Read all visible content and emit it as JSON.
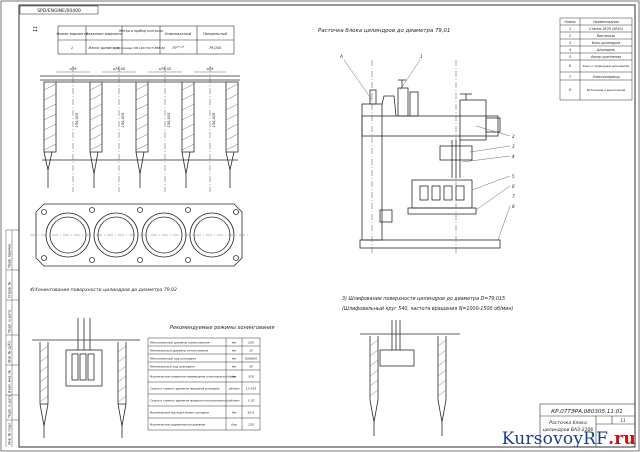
{
  "top_left_stamp": "SPD/ENGINE/00400",
  "top_left_mark": "11",
  "op_table": {
    "headers": [
      "Номер варианта",
      "Название варианта",
      "Метод и прибор контроля",
      "Номинальный",
      "Предельный"
    ],
    "row": [
      "1",
      "Износ цилиндра",
      "Нутромер НИ 100 ГОСТ 868-82",
      "79⁺⁰·⁰⁶",
      "79,050"
    ]
  },
  "dims": {
    "d1": "⌀79",
    "d2": "⌀79,00",
    "d3": "⌀79,02",
    "d4": "⌀79",
    "v1": "150,025",
    "v2": "150,025",
    "v3": "150,025",
    "v4": "150,025"
  },
  "titles": {
    "boring": "Расточка блока цилиндров до диаметра 79,01",
    "honing": "4)Хонингование поверхности цилиндров до диаметра 79,02",
    "grinding_1": "3) Шлифование поверхности цилиндров до диаметра D=79,015",
    "grinding_2": "(Шлифовальный круг 540, частота вращения N=1000-1500 об/мин)",
    "regimes": "Рекомендуемые режимы хонингования"
  },
  "legend_table": {
    "headers": [
      "Номер",
      "Наименование"
    ],
    "rows": [
      [
        "1",
        "Станок 2Е78 (5Е40)"
      ],
      [
        "2",
        "Вертикаль"
      ],
      [
        "3",
        "Блок цилиндров"
      ],
      [
        "4",
        "Шпиндель"
      ],
      [
        "5",
        "Анкер крепления"
      ],
      [
        "6",
        "Ключ к приводным шпинделям"
      ],
      [
        "7",
        "Электропривод"
      ],
      [
        "8",
        "Включение и выключение"
      ]
    ]
  },
  "callouts": [
    "А",
    "1",
    "2",
    "3",
    "4",
    "5",
    "6",
    "7",
    "8"
  ],
  "regimes_table": {
    "rows": [
      [
        "Максимальный диаметр хонингования",
        "мм",
        "250"
      ],
      [
        "Минимальный диаметр хонингования",
        "мм",
        "25"
      ],
      [
        "Максимальный ход шпинделя",
        "мм",
        "506/600"
      ],
      [
        "Минимальный ход шпинделя",
        "мм",
        "50"
      ],
      [
        "Максимальное поперечное перемещение хонинговальной бабки",
        "мм",
        "310"
      ],
      [
        "Скорость главного движения (вращения шпинделя)",
        "об/мин",
        "12-315"
      ],
      [
        "Скорость главного движения (возвратно-поступательного)",
        "об/мин",
        "1-20"
      ],
      [
        "Максимальный крутящий момент шпинделя",
        "Нм",
        "82,5"
      ],
      [
        "Максимальное гидравлическое давление",
        "бар",
        "120"
      ]
    ]
  },
  "title_block": {
    "code": "КР.07ТЭРА.080305.11.01",
    "name_1": "Расточка блока",
    "name_2": "цилиндров ВАЗ-2106",
    "sheet": "11"
  },
  "left_strip": [
    "Перв. примен.",
    "Справ. №",
    "Подп. и дата",
    "Инв. № дубл.",
    "Взам. инв. №",
    "Подп. и дата",
    "Инв. № подл."
  ],
  "watermark": {
    "main": "KursovoyRF",
    "accent": ".ru"
  }
}
